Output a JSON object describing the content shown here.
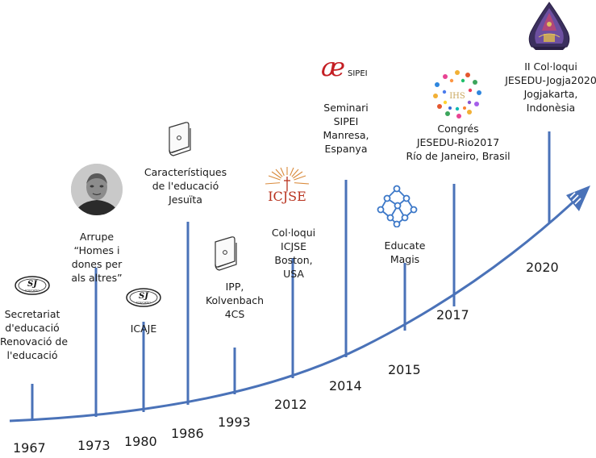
{
  "timeline": {
    "accent": "#4a72b8",
    "events": [
      {
        "year": "1967",
        "lines": [
          "Secretariat",
          "d'educació",
          "Renovació de",
          "l'educació"
        ],
        "icon": "sj-educatio-seal-icon"
      },
      {
        "year": "1973",
        "lines": [
          "Arrupe",
          "“Homes i",
          "dones per",
          "als altres”"
        ],
        "icon": "arrupe-portrait-icon"
      },
      {
        "year": "1980",
        "lines": [
          "ICAJE"
        ],
        "icon": "sj-educatio-seal-icon"
      },
      {
        "year": "1986",
        "lines": [
          "Característiques",
          "de l'educació",
          "Jesuïta"
        ],
        "icon": "book-icon"
      },
      {
        "year": "1993",
        "lines": [
          "IPP,",
          "Kolvenbach",
          "4CS"
        ],
        "icon": "book-icon"
      },
      {
        "year": "2012",
        "lines": [
          "Col·loqui",
          "ICJSE",
          "Boston,",
          "USA"
        ],
        "icon": "icjse-logo-icon",
        "logo_text": "ICJSE"
      },
      {
        "year": "2014",
        "lines": [
          "Seminari",
          "SIPEI",
          "Manresa,",
          "Espanya"
        ],
        "icon": "sipei-logo-icon",
        "logo_text": "SIPEI"
      },
      {
        "year": "2015",
        "lines": [
          "Educate",
          "Magis"
        ],
        "icon": "network-icon"
      },
      {
        "year": "2017",
        "lines": [
          "Congrés",
          "JESEDU-Rio2017",
          "Río de Janeiro, Brasil"
        ],
        "icon": "jesedu-rio-logo-icon",
        "logo_text": "IHS"
      },
      {
        "year": "2020",
        "lines": [
          "II Col·loqui",
          "JESEDU-Jogja2020",
          "Jogjakarta,",
          "Indonèsia"
        ],
        "icon": "gunungan-icon"
      }
    ]
  }
}
